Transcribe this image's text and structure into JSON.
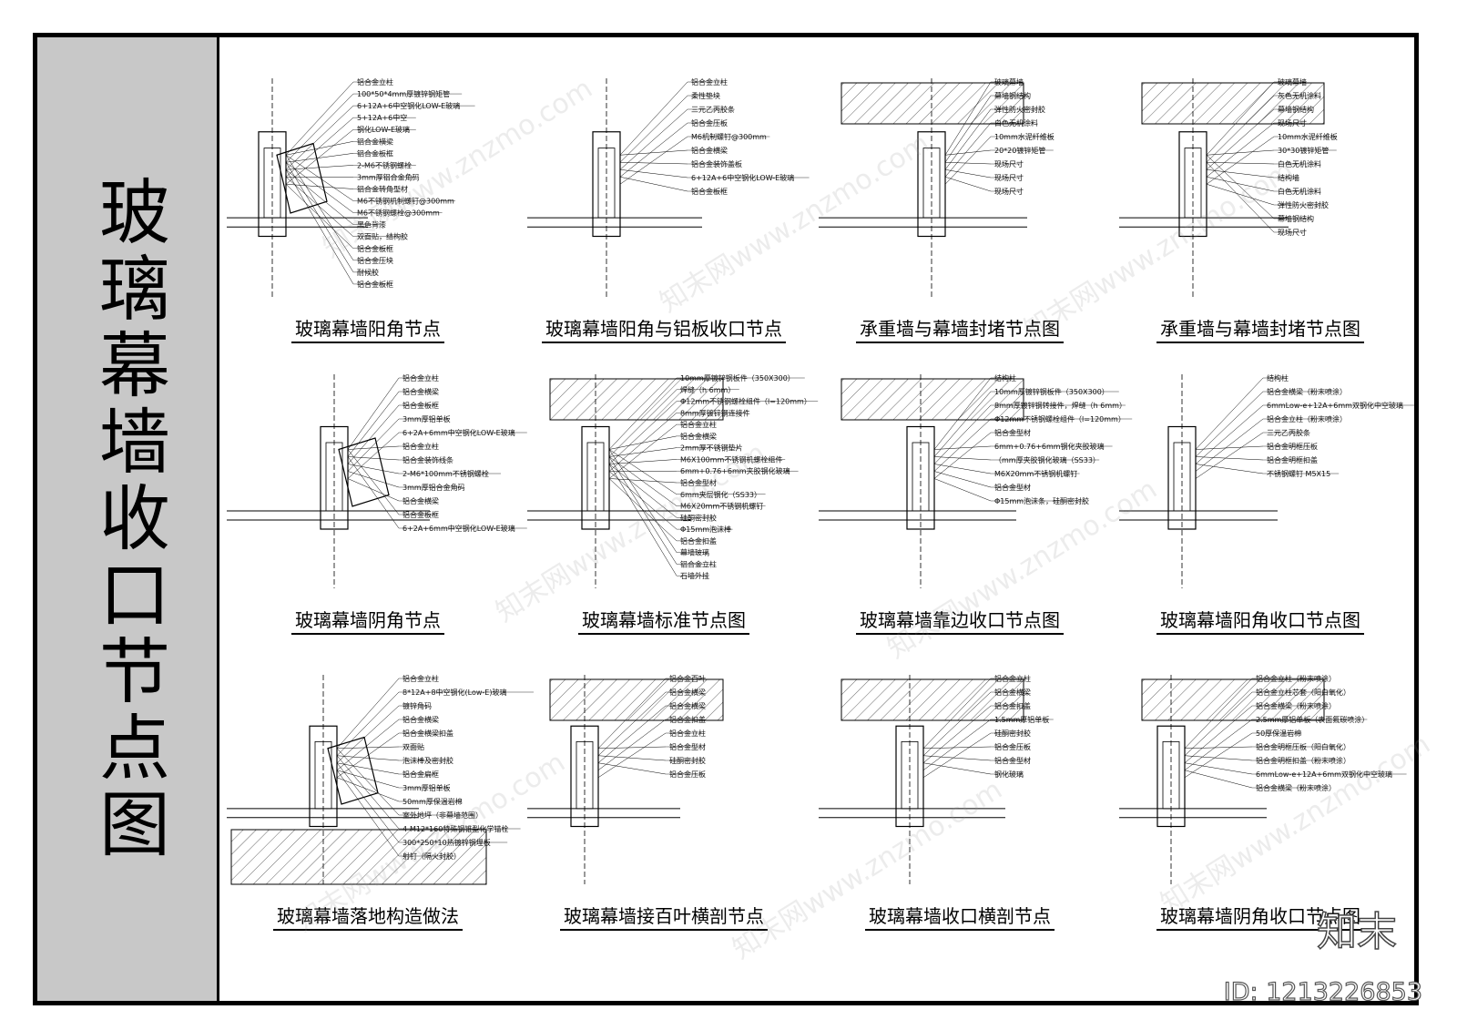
{
  "title": "玻璃幕墙收口节点图",
  "panels": [
    {
      "caption": "玻璃幕墙阳角节点",
      "labels": [
        "铝合金立柱",
        "100*50*4mm厚镀锌钢矩管",
        "6+12A+6中空钢化LOW-E玻璃",
        "5+12A+6中空",
        "钢化LOW-E玻璃",
        "铝合金横梁",
        "铝合金板框",
        "2-M6不锈钢螺栓",
        "3mm厚铝合金角码",
        "铝合金转角型材",
        "M6不锈钢机制螺钉@300mm",
        "M6不锈钢螺栓@300mm",
        "黑色背漆",
        "双面贴，结构胶",
        "铝合金板框",
        "铝合金压块",
        "耐候胶",
        "铝合金板框"
      ]
    },
    {
      "caption": "玻璃幕墙阳角与铝板收口节点",
      "labels": [
        "铝合金立柱",
        "柔性垫块",
        "三元乙丙胶条",
        "铝合金压板",
        "M6机制螺钉@300mm",
        "铝合金横梁",
        "铝合金装饰盖板",
        "6+12A+6中空钢化LOW-E玻璃",
        "铝合金板框"
      ]
    },
    {
      "caption": "承重墙与幕墙封堵节点图",
      "labels": [
        "玻璃幕墙",
        "幕墙钢结构",
        "弹性防火密封胶",
        "白色无机涂料",
        "10mm水泥纤维板",
        "20*20镀锌矩管",
        "现场尺寸",
        "现场尺寸",
        "现场尺寸"
      ]
    },
    {
      "caption": "承重墙与幕墙封堵节点图",
      "labels": [
        "玻璃幕墙",
        "灰色无机涂料",
        "幕墙钢结构",
        "现场尺寸",
        "10mm水泥纤维板",
        "30*30镀锌矩管",
        "白色无机涂料",
        "结构墙",
        "白色无机涂料",
        "弹性防火密封胶",
        "幕墙钢结构",
        "现场尺寸"
      ]
    },
    {
      "caption": "玻璃幕墙阴角节点",
      "labels": [
        "铝合金立柱",
        "铝合金横梁",
        "铝合金板框",
        "3mm厚铝单板",
        "6+2A+6mm中空钢化LOW-E玻璃",
        "铝合金立柱",
        "铝合金装饰线条",
        "2-M6*100mm不锈钢螺栓",
        "3mm厚铝合金角码",
        "铝合金横梁",
        "铝合金板框",
        "6+2A+6mm中空钢化LOW-E玻璃"
      ]
    },
    {
      "caption": "玻璃幕墙标准节点图",
      "labels": [
        "10mm厚镀锌钢板件（350X300）",
        "焊缝（h 6mm）",
        "Φ12mm不锈钢螺栓组件（l=120mm）",
        "8mm厚镀锌钢连接件",
        "铝合金立柱",
        "铝合金横梁",
        "2mm厚不锈钢垫片",
        "M6X100mm不锈钢机螺栓组件",
        "6mm+0.76+6mm夹胶钢化玻璃",
        "铝合金型材",
        "6mm夹层钢化（SS33）",
        "M6X20mm不锈钢机螺钉",
        "硅酮密封胶",
        "Φ15mm泡沫棒",
        "铝合金扣盖",
        "幕墙玻璃",
        "铝合金立柱",
        "石墙外挂"
      ]
    },
    {
      "caption": "玻璃幕墙靠边收口节点图",
      "labels": [
        "结构柱",
        "10mm厚镀锌钢板件（350X300）",
        "8mm厚镀锌钢转接件，焊缝（h 6mm）",
        "Φ12mm不锈钢螺栓组件（l=120mm）",
        "铝合金型材",
        "6mm+0.76+6mm钢化夹胶玻璃",
        "（mm厚夹胶钢化玻璃（SS33）",
        "M6X20mm不锈钢机螺钉",
        "铝合金型材",
        "Φ15mm泡沫条，硅酮密封胶"
      ]
    },
    {
      "caption": "玻璃幕墙阳角收口节点图",
      "labels": [
        "结构柱",
        "铝合金横梁（粉末喷涂）",
        "6mmLow-e+12A+6mm双钢化中空玻璃",
        "铝合金立柱（粉末喷涂）",
        "三元乙丙胶条",
        "铝合金明框压板",
        "铝合金明框扣盖",
        "不锈钢螺钉 M5X15"
      ]
    },
    {
      "caption": "玻璃幕墙落地构造做法",
      "labels": [
        "铝合金立柱",
        "8*12A+8中空钢化(Low-E)玻璃",
        "镀锌角码",
        "铝合金横梁",
        "铝合金横梁扣盖",
        "双面贴",
        "泡沫棒及密封胶",
        "铝合金扁框",
        "3mm厚铝单板",
        "50mm厚保温岩棉",
        "室外地坪（非幕墙范围）",
        "4-M12*160特殊钢锥型化学锚栓",
        "300*250*10热镀锌钢埋板",
        "射钉（隔火封胶）"
      ]
    },
    {
      "caption": "玻璃幕墙接百叶横剖节点",
      "labels": [
        "铝合金百叶",
        "铝合金横梁",
        "铝合金横梁",
        "铝合金扣盖",
        "铝合金立柱",
        "铝合金型材",
        "硅酮密封胶",
        "铝合金压板"
      ]
    },
    {
      "caption": "玻璃幕墙收口横剖节点",
      "labels": [
        "铝合金立柱",
        "铝合金横梁",
        "铝合金扣盖",
        "1.5mm厚铝单板",
        "硅酮密封胶",
        "铝合金压板",
        "铝合金型材",
        "钢化玻璃"
      ]
    },
    {
      "caption": "玻璃幕墙阴角收口节点图",
      "labels": [
        "铝合金立柱（粉末喷涂）",
        "铝合金立柱芯套（阳白氧化）",
        "铝合金横梁（粉末喷涂）",
        "2.5mm厚铝单板（表面氟碳喷涂）",
        "50厚保温岩棉",
        "铝合金明框压板（阳白氧化）",
        "铝合金明框扣盖（粉末喷涂）",
        "6mmLow-e+12A+6mm双钢化中空玻璃",
        "铝合金横梁（粉末喷涂）"
      ]
    }
  ],
  "watermark": "知末网www.znzmo.com",
  "brand": "知末",
  "image_id": "ID: 1213226853"
}
